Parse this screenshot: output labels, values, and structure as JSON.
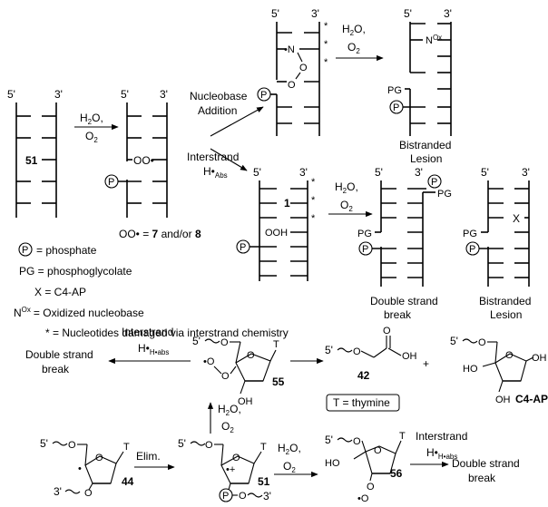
{
  "strand_ends": {
    "five": "5'",
    "three": "3'"
  },
  "compounds": {
    "c51": "51",
    "c55": "55",
    "c56": "56",
    "c44": "44",
    "c42": "42",
    "c4ap": "C4-AP",
    "peroxyl": "OO•",
    "peroxyl_assign_pre": "OO• = ",
    "peroxyl_assign_7": "7",
    "peroxyl_assign_mid": " and/or ",
    "peroxyl_assign_8": "8"
  },
  "reagents": {
    "water": "H2O,",
    "oxygen": "O2",
    "elim": "Elim.",
    "plus": "+"
  },
  "pathways": {
    "nucleobase_addition_1": "Nucleobase",
    "nucleobase_addition_2": "Addition",
    "interstrand_1": "Interstrand",
    "interstrand_habs": "H•Abs",
    "interstrand_small_habs": "H•abs"
  },
  "outcomes": {
    "bistranded_1": "Bistranded",
    "bistranded_2": "Lesion",
    "dsb_1": "Double strand",
    "dsb_2": "break"
  },
  "legend": {
    "phosphate": "= phosphate",
    "pg": "PG = phosphoglycolate",
    "x": "X = C4-AP",
    "nox": "= Oxidized nucleobase",
    "star": "* = Nucleotides damaged via interstrand chemistry"
  },
  "labels": {
    "P": "P",
    "PG": "PG",
    "X": "X",
    "Nox": "N",
    "Ox": "Ox",
    "N": "N",
    "one": "1",
    "OOH": "OOH",
    "star": "*",
    "T": "T",
    "OH": "OH",
    "O": "O",
    "HO": "HO",
    "thymine": "T = thymine"
  }
}
